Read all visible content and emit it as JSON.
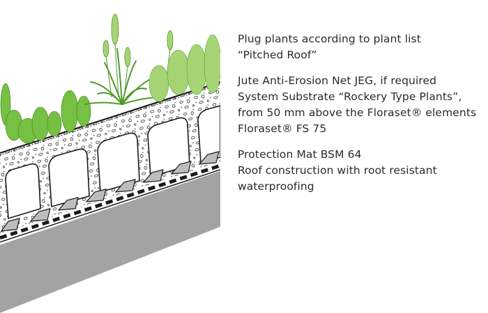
{
  "legend": {
    "plants_line1": "Plug plants according to plant list",
    "plants_line2": "“Pitched Roof”",
    "jute": "Jute Anti-Erosion Net JEG, if required",
    "substrate_line1": "System Substrate “Rockery Type Plants”,",
    "substrate_line2": "from 50 mm above the Floraset® elements",
    "floraset": "Floraset® FS 75",
    "mat": "Protection Mat BSM 64",
    "roof_line1": "Roof construction with root resistant",
    "roof_line2": "waterproofing"
  },
  "colors": {
    "plant_green": "#76c043",
    "plant_light": "#a6d475",
    "roof_gray": "#a3a3a3",
    "line": "#1a1a1a"
  }
}
